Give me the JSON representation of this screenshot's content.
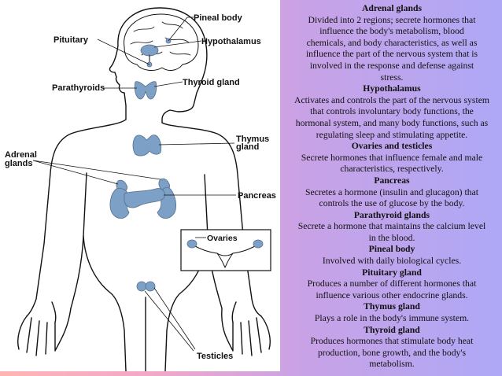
{
  "diagram": {
    "labels": {
      "pineal_body": "Pineal body",
      "pituitary": "Pituitary",
      "hypothalamus": "Hypothalamus",
      "parathyroids": "Parathyroids",
      "thyroid_gland": "Thyroid gland",
      "thymus_line1": "Thymus",
      "thymus_line2": "gland",
      "adrenal_line1": "Adrenal",
      "adrenal_line2": "glands",
      "pancreas": "Pancreas",
      "ovaries": "Ovaries",
      "testicles": "Testicles"
    },
    "colors": {
      "gland": "#7da0c6",
      "background_left": "#ffb4b4",
      "background_right": "#aea8f6"
    }
  },
  "glossary": [
    {
      "term": "Adrenal glands",
      "lines": [
        "Divided into 2 regions; secrete hormones that",
        "influence the body's metabolism, blood",
        "chemicals, and body characteristics, as well as",
        "influence the part of the nervous system that is",
        "involved in the response and defense against",
        "stress."
      ]
    },
    {
      "term": "Hypothalamus",
      "lines": [
        "Activates and controls the part of the nervous system",
        "that controls involuntary body functions, the",
        "hormonal system, and many body functions, such as",
        "regulating sleep and stimulating appetite."
      ]
    },
    {
      "term": "Ovaries and testicles",
      "lines": [
        "Secrete hormones that influence female and male",
        "characteristics, respectively."
      ]
    },
    {
      "term": "Pancreas",
      "lines": [
        "Secretes a hormone (insulin and glucagon) that",
        "controls the use of glucose by the body."
      ]
    },
    {
      "term": "Parathyroid glands",
      "lines": [
        "Secrete a hormone that maintains the calcium level",
        "in the blood."
      ]
    },
    {
      "term": "Pineal body",
      "lines": [
        "Involved with daily biological cycles."
      ]
    },
    {
      "term": "Pituitary gland",
      "lines": [
        "Produces a number of different hormones that",
        "influence various other endocrine glands."
      ]
    },
    {
      "term": "Thymus gland",
      "lines": [
        "Plays a role in the body's immune system."
      ]
    },
    {
      "term": "Thyroid gland",
      "lines": [
        "Produces hormones that stimulate body heat",
        "production, bone growth, and the body's",
        "metabolism."
      ]
    }
  ]
}
